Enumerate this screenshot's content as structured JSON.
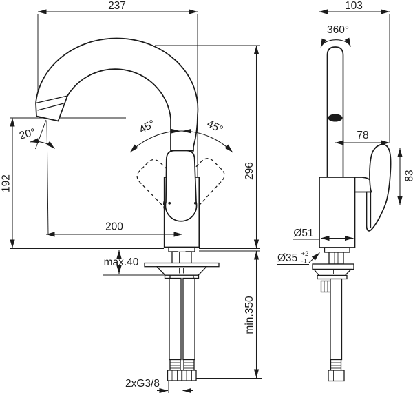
{
  "front_view": {
    "label_width": "237",
    "label_spout_angle": "20°",
    "label_swivel_left": "45°",
    "label_swivel_right": "45°",
    "label_spout_height": "192",
    "label_reach": "200",
    "label_total_height": "296",
    "label_deck_max": "max.40",
    "label_hose_min": "min.350",
    "label_connection": "2xG3/8"
  },
  "side_view": {
    "label_width": "103",
    "label_rotation": "360°",
    "label_handle_reach": "78",
    "label_handle_height": "83",
    "label_body_diameter": "Ø51",
    "label_hole_diameter": "Ø35",
    "label_hole_tol_plus": "+2",
    "label_hole_tol_minus": "-1"
  },
  "colors": {
    "line": "#1b1b1b",
    "background": "#ffffff"
  }
}
